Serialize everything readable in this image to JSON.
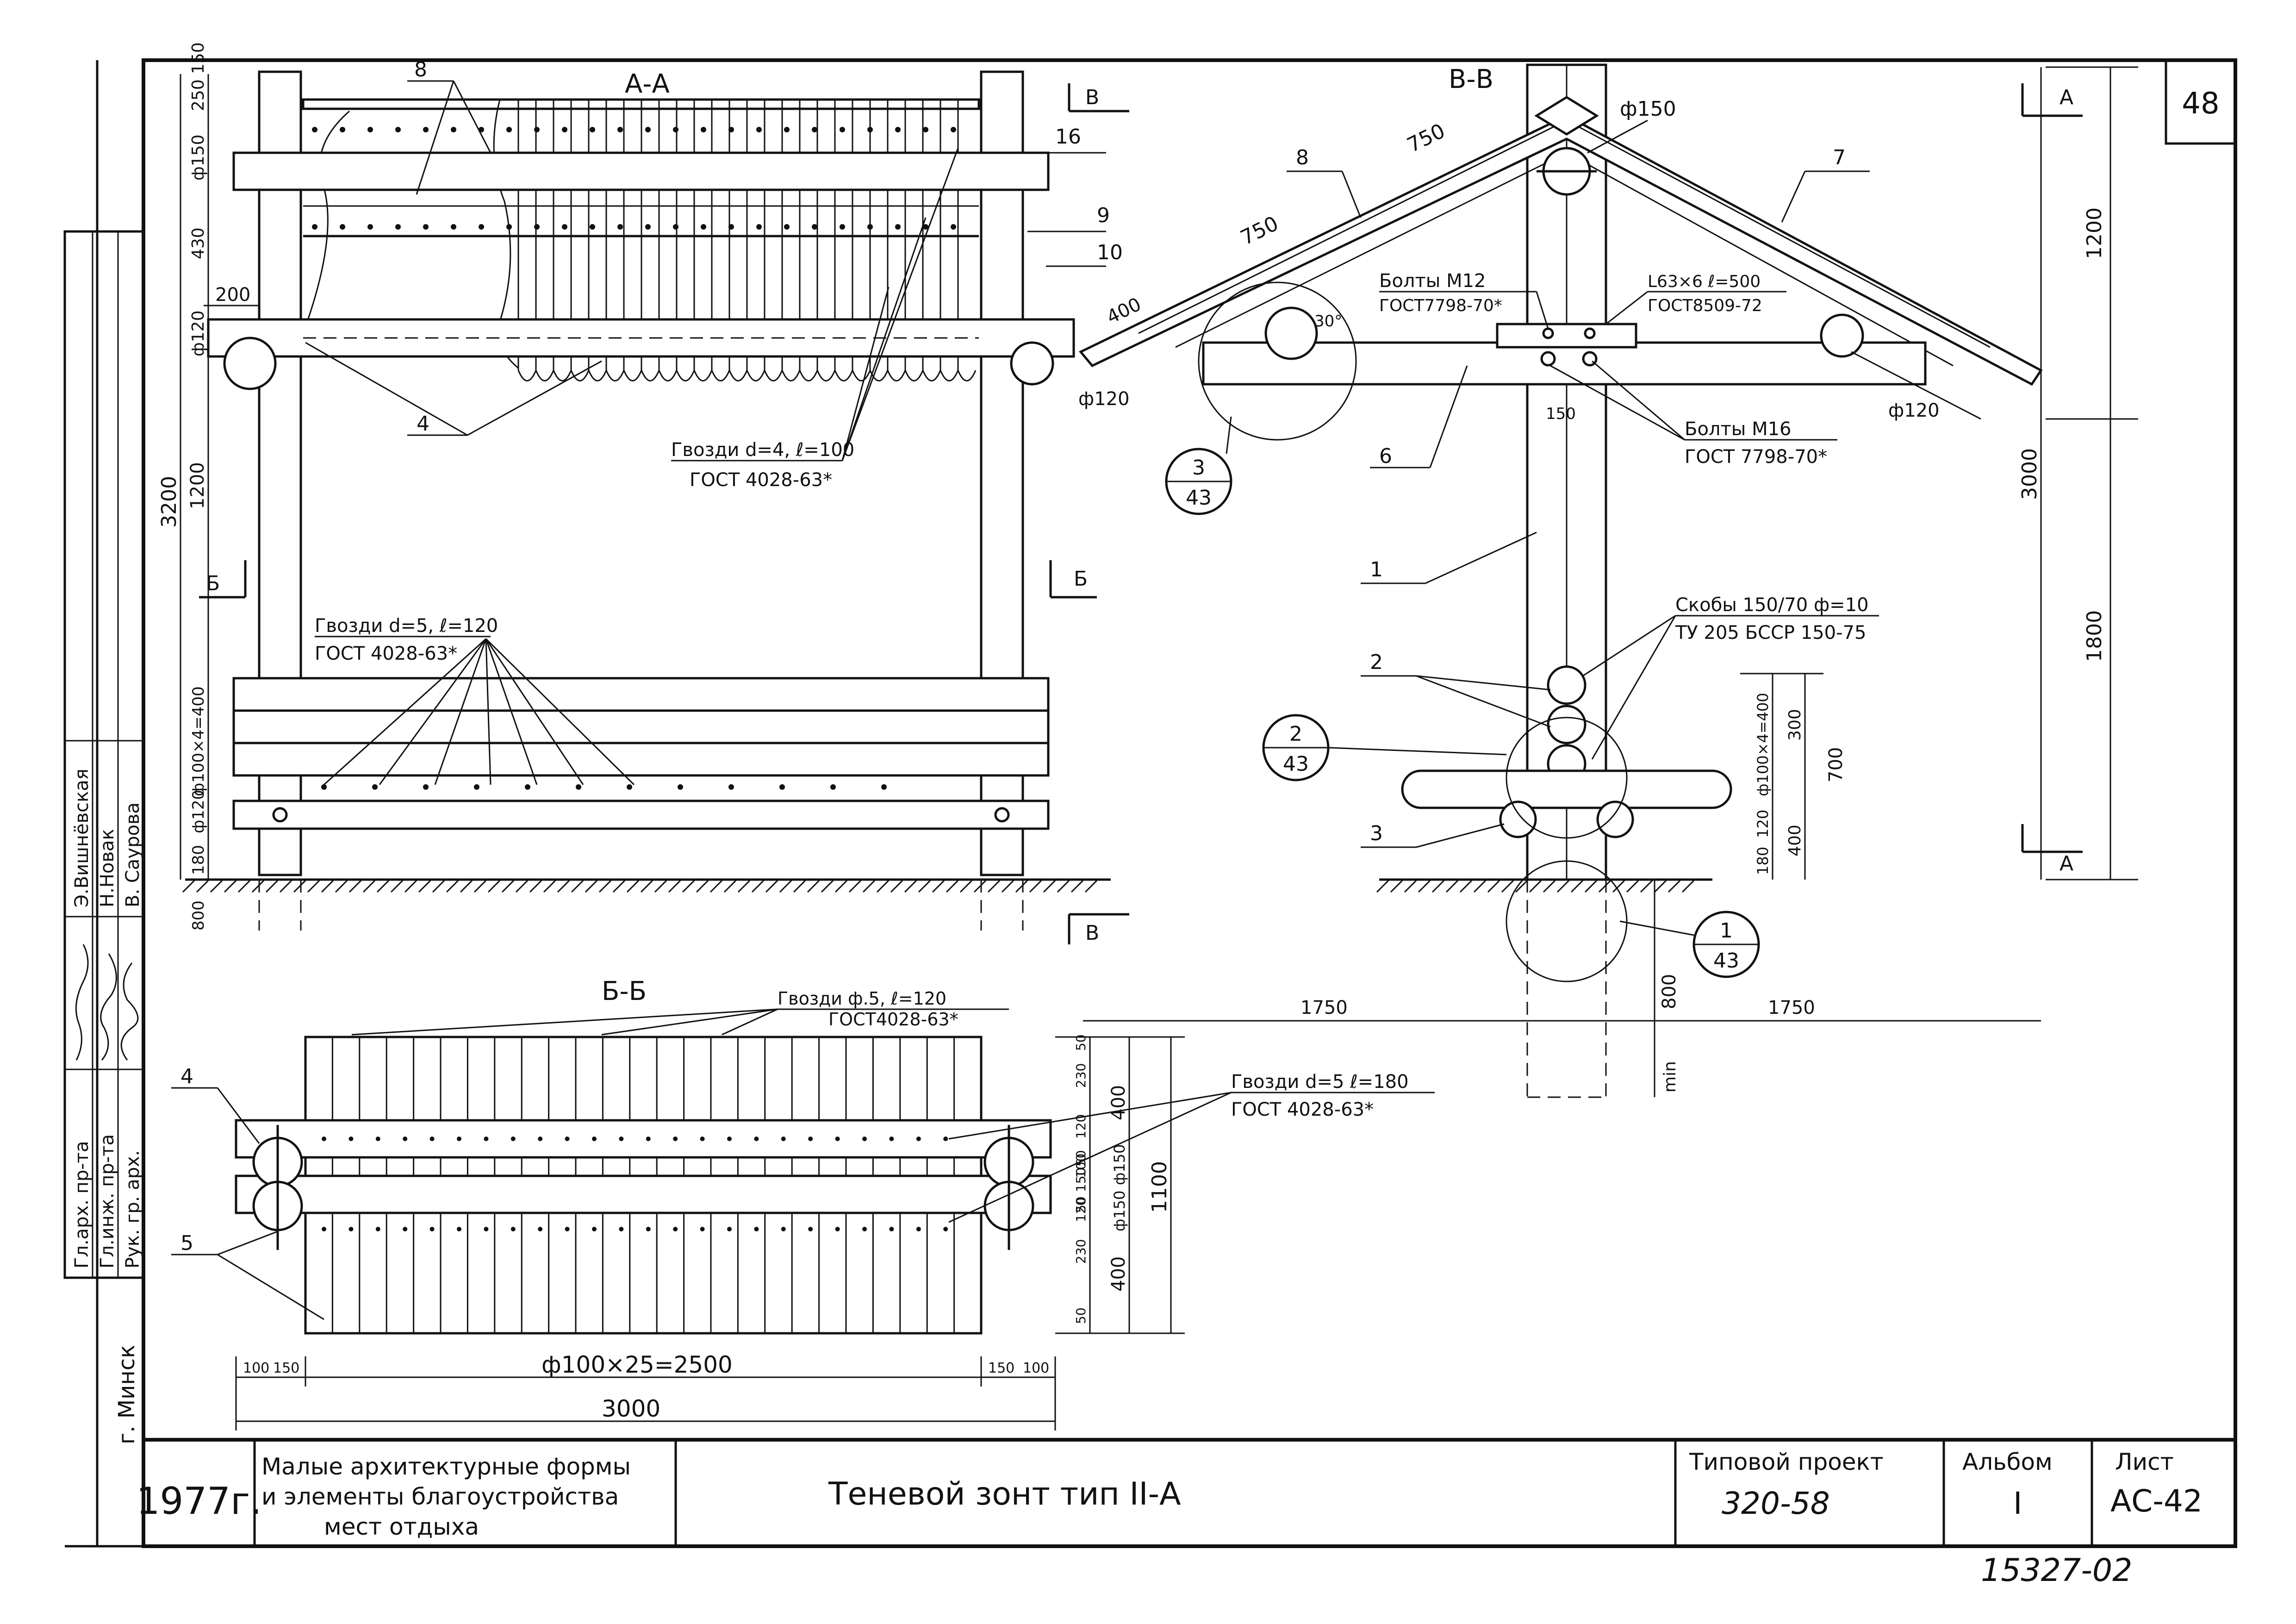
{
  "sheet_number": "48",
  "city": "г. Минск",
  "staff": [
    {
      "role": "Гл.арх. пр-та",
      "name": "Э.Вишнёвская"
    },
    {
      "role": "Гл.инж. пр-та",
      "name": "Н.Новак"
    },
    {
      "role": "Рук. гр. арх.",
      "name": "В. Саурова"
    }
  ],
  "title_block": {
    "year": "1977г.",
    "project_line1": "Малые архитектурные формы",
    "project_line2": "и элементы благоустройства",
    "project_line3": "мест отдыха",
    "drawing_title": "Теневой зонт тип II-А",
    "tip_label": "Типовой проект",
    "tip_value": "320-58",
    "album_label": "Альбом",
    "album_value": "I",
    "list_label": "Лист",
    "list_value": "АС-42"
  },
  "archive_number": "15327-02",
  "view_aa": {
    "title": "А-А",
    "cut_b": "В",
    "cut_bb": "Б",
    "callouts": {
      "c8": "8",
      "c16": "16",
      "c9": "9",
      "c10": "10",
      "c4": "4"
    },
    "dim_200": "200",
    "dims_left": [
      "150",
      "250",
      "ф150",
      "430",
      "ф120",
      "1200",
      "3200",
      "ф100×4=400",
      "ф120",
      "180",
      "800"
    ],
    "nails1_line1": "Гвозди d=4, ℓ=100",
    "nails1_line2": "ГОСТ 4028-63*",
    "nails2_line1": "Гвозди d=5, ℓ=120",
    "nails2_line2": "ГОСТ 4028-63*"
  },
  "view_vv": {
    "title": "В-В",
    "dim_750a": "750",
    "dim_750b": "750",
    "dim_400": "400",
    "d150": "ф150",
    "callouts": {
      "c8": "8",
      "c7": "7",
      "c6": "6",
      "c1": "1",
      "c2": "2",
      "c3": "3"
    },
    "bolts12_line1": "Болты М12",
    "bolts12_line2": "ГОСТ7798-70*",
    "angle_line1": "L63×6 ℓ=500",
    "angle_line2": "ГОСТ8509-72",
    "angle_30": "30°",
    "d120_left": "ф120",
    "d120_right": "ф120",
    "dim_150": "150",
    "bolts16_line1": "Болты М16",
    "bolts16_line2": "ГОСТ 7798-70*",
    "staples_line1": "Скобы 150/70 ф=10",
    "staples_line2": "ТУ 205 БССР 150-75",
    "detail1_top": "1",
    "detail1_bot": "43",
    "detail2_top": "2",
    "detail2_bot": "43",
    "detail3_top": "3",
    "detail3_bot": "43",
    "dims_right": [
      "1200",
      "3000",
      "1800"
    ],
    "dims_bench": [
      "ф100×4=400",
      "300",
      "700",
      "400",
      "120",
      "180"
    ],
    "dim_800": "800",
    "dim_min": "min",
    "dim_1750a": "1750",
    "dim_1750b": "1750",
    "cut_a": "А"
  },
  "view_bb": {
    "title": "Б-Б",
    "nails_top_line1": "Гвозди ф.5, ℓ=120",
    "nails_top_line2": "ГОСТ4028-63*",
    "nails_right_line1": "Гвозди d=5 ℓ=180",
    "nails_right_line2": "ГОСТ 4028-63*",
    "callouts": {
      "c4": "4",
      "c5": "5"
    },
    "dim_main": "ф100×25=2500",
    "dim_total": "3000",
    "dims_bottom": [
      "100",
      "150",
      "150",
      "100"
    ],
    "dims_right": [
      "50",
      "230",
      "120",
      "50",
      "100",
      "150",
      "50",
      "120",
      "230",
      "50",
      "ф150",
      "ф150",
      "400",
      "400",
      "1100"
    ]
  }
}
